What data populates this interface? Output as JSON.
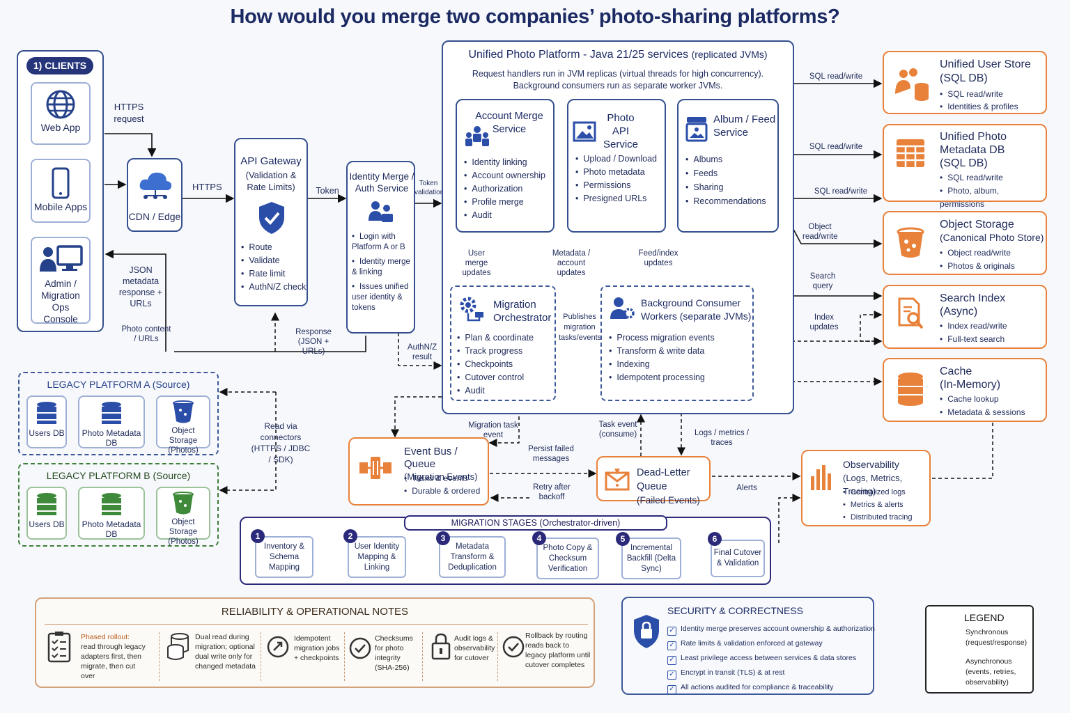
{
  "title": "How would you merge two companies’ photo-sharing platforms?",
  "clients": {
    "label": "1) CLIENTS",
    "web": "Web App",
    "mobile": "Mobile Apps",
    "admin": "Admin / Migration Ops Console"
  },
  "cdn": {
    "label": "CDN / Edge"
  },
  "gateway": {
    "title": "API Gateway",
    "subtitle": "(Validation & Rate Limits)",
    "items": [
      "Route",
      "Validate",
      "Rate limit",
      "AuthN/Z check"
    ]
  },
  "identity": {
    "title": "Identity Merge / Auth Service",
    "items": [
      "Login with Platform A or B",
      "Identity merge & linking",
      "Issues unified user identity & tokens"
    ]
  },
  "platform": {
    "title": "Unified Photo Platform - Java 21/25 services",
    "title_suffix": "(replicated JVMs)",
    "desc1": "Request handlers run in JVM replicas (virtual threads for high concurrency).",
    "desc2": "Background consumers run as separate worker JVMs."
  },
  "account": {
    "title": "Account Merge Service",
    "items": [
      "Identity linking",
      "Account ownership",
      "Authorization",
      "Profile merge",
      "Audit"
    ]
  },
  "photo_api": {
    "title": "Photo API Service",
    "items": [
      "Upload / Download",
      "Photo metadata",
      "Permissions",
      "Presigned URLs"
    ]
  },
  "album": {
    "title": "Album / Feed Service",
    "items": [
      "Albums",
      "Feeds",
      "Sharing",
      "Recommendations"
    ]
  },
  "orchestrator": {
    "title": "Migration Orchestrator",
    "items": [
      "Plan & coordinate",
      "Track progress",
      "Checkpoints",
      "Cutover control",
      "Audit"
    ]
  },
  "workers": {
    "title": "Background Consumer Workers (separate JVMs)",
    "items": [
      "Process migration events",
      "Transform & write data",
      "Indexing",
      "Idempotent processing"
    ]
  },
  "stores": [
    {
      "title": "Unified User Store",
      "subtitle": "(SQL DB)",
      "items": [
        "SQL read/write",
        "Identities & profiles"
      ]
    },
    {
      "title": "Unified Photo Metadata DB",
      "subtitle": "(SQL DB)",
      "items": [
        "SQL read/write",
        "Photo, album, permissions"
      ]
    },
    {
      "title": "Object Storage",
      "subtitle": "(Canonical Photo Store)",
      "items": [
        "Object read/write",
        "Photos & originals"
      ]
    },
    {
      "title": "Search Index",
      "subtitle": "(Async)",
      "items": [
        "Index read/write",
        "Full-text search"
      ]
    },
    {
      "title": "Cache",
      "subtitle": "(In-Memory)",
      "items": [
        "Cache lookup",
        "Metadata & sessions"
      ]
    }
  ],
  "legacy_a": {
    "title": "LEGACY PLATFORM A (Source)",
    "items": [
      "Users DB",
      "Photo Metadata DB",
      "Object Storage (Photos)"
    ]
  },
  "legacy_b": {
    "title": "LEGACY PLATFORM B (Source)",
    "items": [
      "Users DB",
      "Photo Metadata DB",
      "Object Storage (Photos)"
    ]
  },
  "event_bus": {
    "title": "Event Bus / Queue",
    "subtitle": "(Migration Events)",
    "items": [
      "Tasks & events",
      "Durable & ordered"
    ]
  },
  "dlq": {
    "title": "Dead-Letter Queue",
    "subtitle": "(Failed Events)"
  },
  "observability": {
    "title": "Observability",
    "subtitle": "(Logs, Metrics, Tracing)",
    "items": [
      "Centralized logs",
      "Metrics & alerts",
      "Distributed tracing"
    ]
  },
  "stages": {
    "title": "MIGRATION STAGES",
    "title_suffix": "(Orchestrator-driven)",
    "items": [
      "Inventory & Schema Mapping",
      "User Identity Mapping & Linking",
      "Metadata Transform & Deduplication",
      "Photo Copy & Checksum Verification",
      "Incremental Backfill (Delta Sync)",
      "Final Cutover & Validation"
    ]
  },
  "reliability": {
    "title": "RELIABILITY & OPERATIONAL NOTES",
    "phased_head": "Phased rollout:",
    "phased_body": "read through legacy adapters first, then migrate, then cut over",
    "items": [
      "Dual read during migration; optional dual write only for changed metadata",
      "Idempotent migration jobs + checkpoints",
      "Checksums for photo integrity (SHA-256)",
      "Audit logs & observability for cutover",
      "Rollback by routing reads back to legacy platform until cutover completes"
    ]
  },
  "security": {
    "title": "SECURITY & CORRECTNESS",
    "items": [
      "Identity merge preserves account ownership & authorization",
      "Rate limits & validation enforced at gateway",
      "Least privilege access between services & data stores",
      "Encrypt in transit (TLS) & at rest",
      "All actions audited for compliance & traceability"
    ]
  },
  "legend": {
    "title": "LEGEND",
    "sync": "Synchronous (request/response)",
    "async": "Asynchronous (events, retries, observability)"
  },
  "labels": {
    "https_request": "HTTPS request",
    "https": "HTTPS",
    "token": "Token",
    "token_validation": "Token validation",
    "json_response": "JSON metadata response + URLs",
    "photo_content": "Photo content / URLs",
    "response_json": "Response (JSON + URLs)",
    "authnz_result": "AuthN/Z result",
    "user_merge": "User merge updates",
    "metadata_updates": "Metadata / account updates",
    "feed_updates": "Feed/index updates",
    "publishes": "Publishes migration tasks/events",
    "sql1": "SQL read/write",
    "sql2": "SQL read/write",
    "sql3": "SQL read/write",
    "object_rw": "Object read/write",
    "search_query": "Search query",
    "index_updates": "Index updates",
    "read_via": "Read via connectors (HTTPS / JDBC / SDK)",
    "migration_task": "Migration task event",
    "task_event": "Task event (consume)",
    "logs_metrics": "Logs / metrics / traces",
    "persist_failed": "Persist failed messages",
    "retry": "Retry after backoff",
    "alerts": "Alerts"
  },
  "colors": {
    "navy": "#1b2a63",
    "orange": "#e8813a",
    "green": "#3f7f3a",
    "blue": "#3b5899"
  }
}
